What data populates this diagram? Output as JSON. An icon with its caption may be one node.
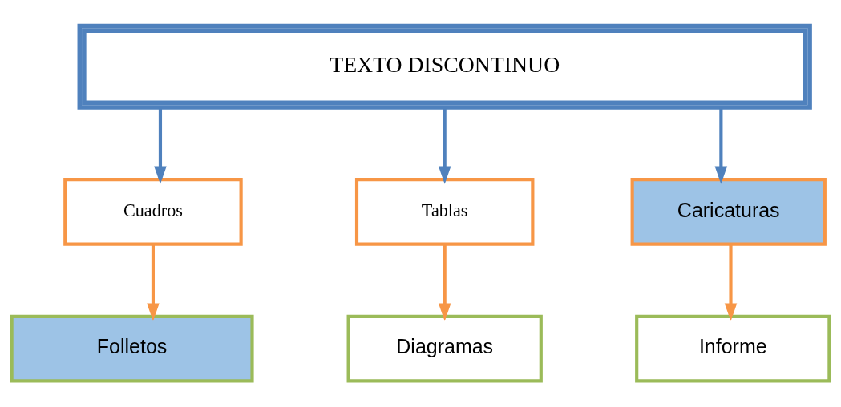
{
  "diagram": {
    "nodes": [
      {
        "text": [
          "TEXTO DISCONTINUO"
        ]
      },
      {
        "text": [
          "Cuadros"
        ]
      },
      {
        "text": [
          "Tablas"
        ]
      },
      {
        "text": [
          "Caricaturas"
        ]
      },
      {
        "text": [
          "Folletos"
        ]
      },
      {
        "text": [
          "Diagramas"
        ]
      },
      {
        "text": [
          "Informe"
        ]
      }
    ],
    "edges": [
      {
        "from": 0,
        "to": 1,
        "arrow": "to"
      },
      {
        "from": 0,
        "to": 2,
        "arrow": "to"
      },
      {
        "from": 0,
        "to": 3,
        "arrow": "to"
      },
      {
        "from": 1,
        "to": 4,
        "arrow": "to",
        "color": "#f79646"
      },
      {
        "from": 2,
        "to": 5,
        "arrow": "to",
        "color": "#f79646"
      },
      {
        "from": 3,
        "to": 6,
        "arrow": "to",
        "color": "#f79646"
      }
    ]
  }
}
